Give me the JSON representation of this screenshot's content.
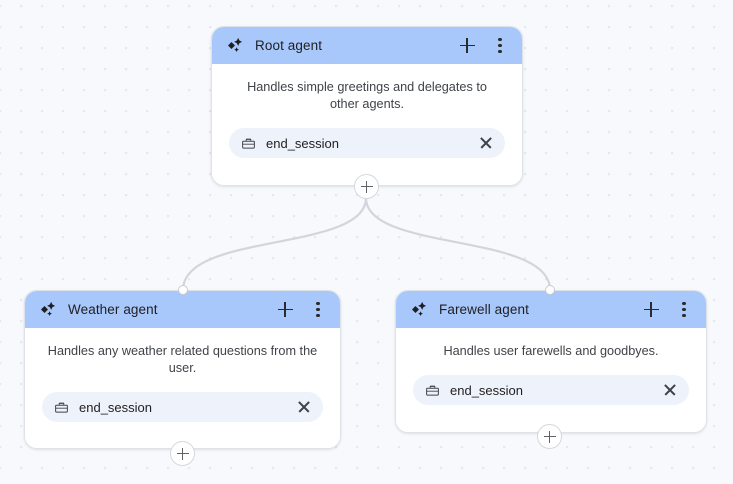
{
  "canvas": {
    "background_color": "#f7f9fc",
    "dot_color": "#e4e8ef",
    "edge_color": "#d2d6dc"
  },
  "theme": {
    "header_color": "#a8c7fa",
    "card_bg": "#ffffff",
    "card_border": "#dfe3e9",
    "chip_bg": "#eef2fa",
    "text_primary": "#1f1f21",
    "text_secondary": "#3f4348"
  },
  "nodes": [
    {
      "id": "root",
      "title": "Root agent",
      "icon": "sparkle-icon",
      "description": "Handles simple greetings and delegates to other agents.",
      "add_label": "+",
      "menu_label": "⋮",
      "tools": [
        {
          "icon": "toolbox-icon",
          "label": "end_session",
          "remove_label": "×"
        }
      ]
    },
    {
      "id": "weather",
      "title": "Weather agent",
      "icon": "sparkle-icon",
      "description": "Handles any weather related questions from the user.",
      "add_label": "+",
      "menu_label": "⋮",
      "tools": [
        {
          "icon": "toolbox-icon",
          "label": "end_session",
          "remove_label": "×"
        }
      ]
    },
    {
      "id": "farewell",
      "title": "Farewell agent",
      "icon": "sparkle-icon",
      "description": "Handles user farewells and goodbyes.",
      "add_label": "+",
      "menu_label": "⋮",
      "tools": [
        {
          "icon": "toolbox-icon",
          "label": "end_session",
          "remove_label": "×"
        }
      ]
    }
  ],
  "edges": [
    {
      "from": "root",
      "to": "weather"
    },
    {
      "from": "root",
      "to": "farewell"
    }
  ]
}
